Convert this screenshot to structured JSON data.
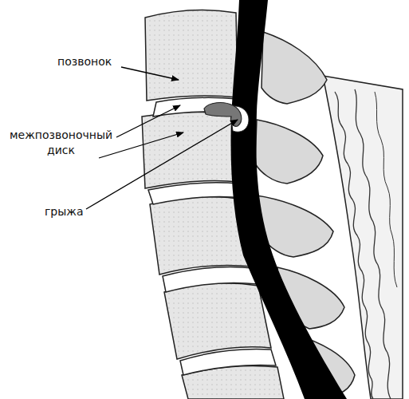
{
  "diagram": {
    "labels": [
      "позвонок",
      "межпозвоночный диск",
      "грыжа"
    ]
  }
}
